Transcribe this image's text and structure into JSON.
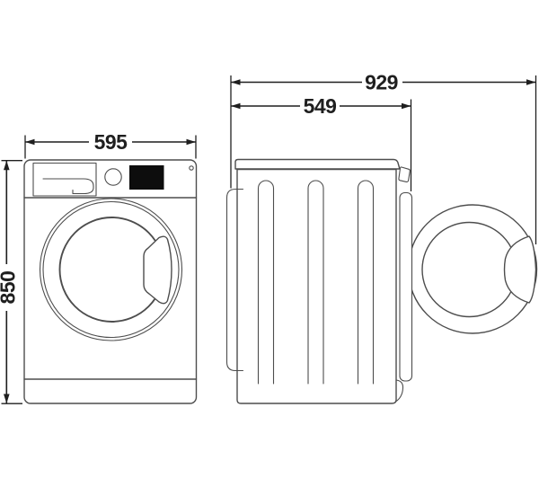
{
  "diagram": {
    "type": "appliance-dimension-diagram",
    "subject": "washing machine front view and side view with open door",
    "front_view": {
      "width_label": "595",
      "height_label": "850"
    },
    "side_view": {
      "depth_label": "549",
      "open_door_depth_label": "929"
    },
    "colors": {
      "line": "#4d4d4d",
      "dimension": "#1f1f1f",
      "display": "#0d0d0d",
      "background": "#ffffff"
    }
  }
}
